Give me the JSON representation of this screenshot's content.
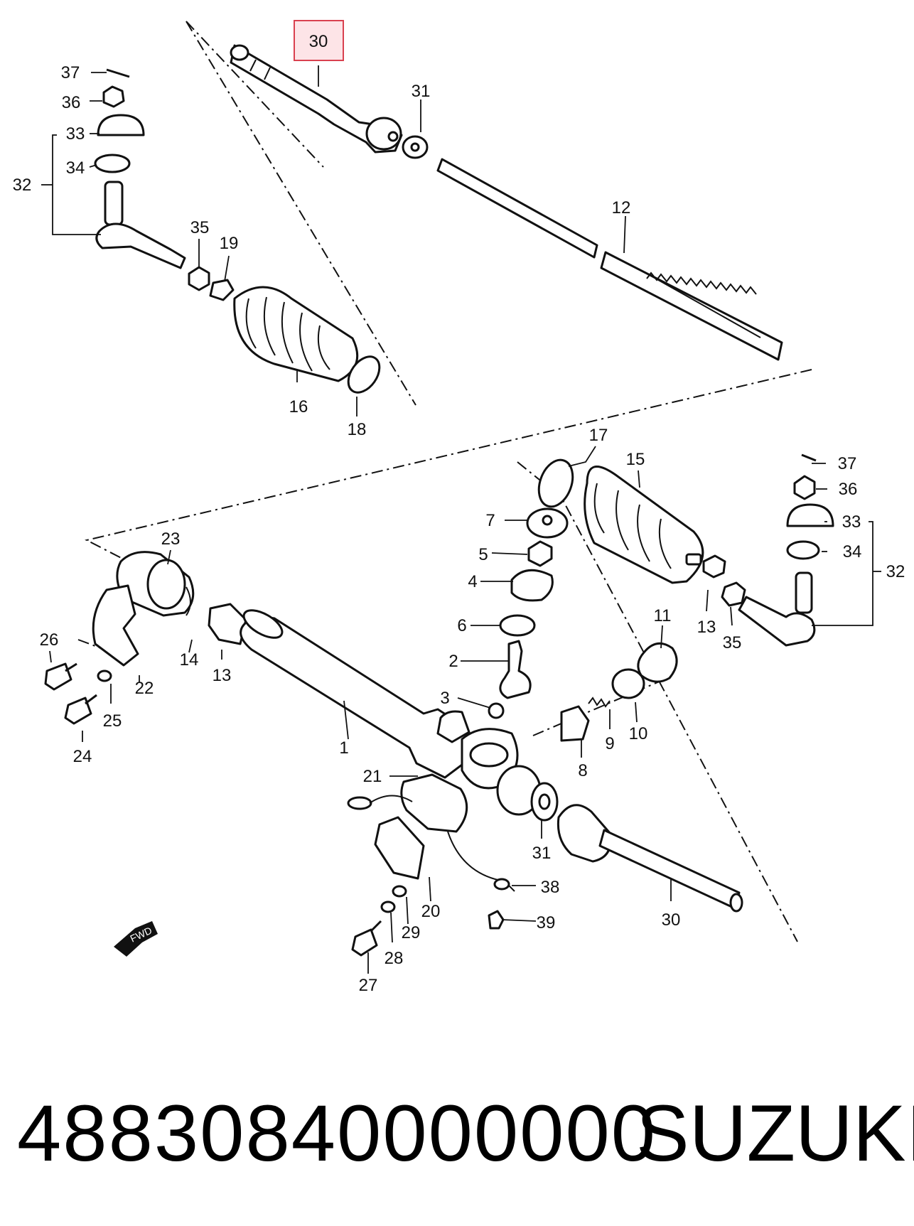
{
  "diagram": {
    "highlight_label": "30",
    "callouts": {
      "c30a": "30",
      "c31a": "31",
      "c12": "12",
      "c37a": "37",
      "c36a": "36",
      "c33a": "33",
      "c34a": "34",
      "c32a": "32",
      "c35a": "35",
      "c19": "19",
      "c16": "16",
      "c18": "18",
      "c17": "17",
      "c15": "15",
      "c37b": "37",
      "c36b": "36",
      "c33b": "33",
      "c34b": "34",
      "c32b": "32",
      "c7": "7",
      "c5": "5",
      "c4": "4",
      "c6": "6",
      "c2": "2",
      "c3": "3",
      "c11": "11",
      "c13a": "13",
      "c35b": "35",
      "c23": "23",
      "c14": "14",
      "c13b": "13",
      "c26": "26",
      "c22": "22",
      "c25": "25",
      "c24": "24",
      "c1": "1",
      "c9": "9",
      "c10": "10",
      "c8": "8",
      "c21": "21",
      "c31b": "31",
      "c38": "38",
      "c20": "20",
      "c29": "29",
      "c39": "39",
      "c30b": "30",
      "c28": "28",
      "c27": "27"
    },
    "fwd_arrow_text": "FWD"
  },
  "footer": {
    "part_number": "48830840000000",
    "brand": "SUZUKI"
  }
}
